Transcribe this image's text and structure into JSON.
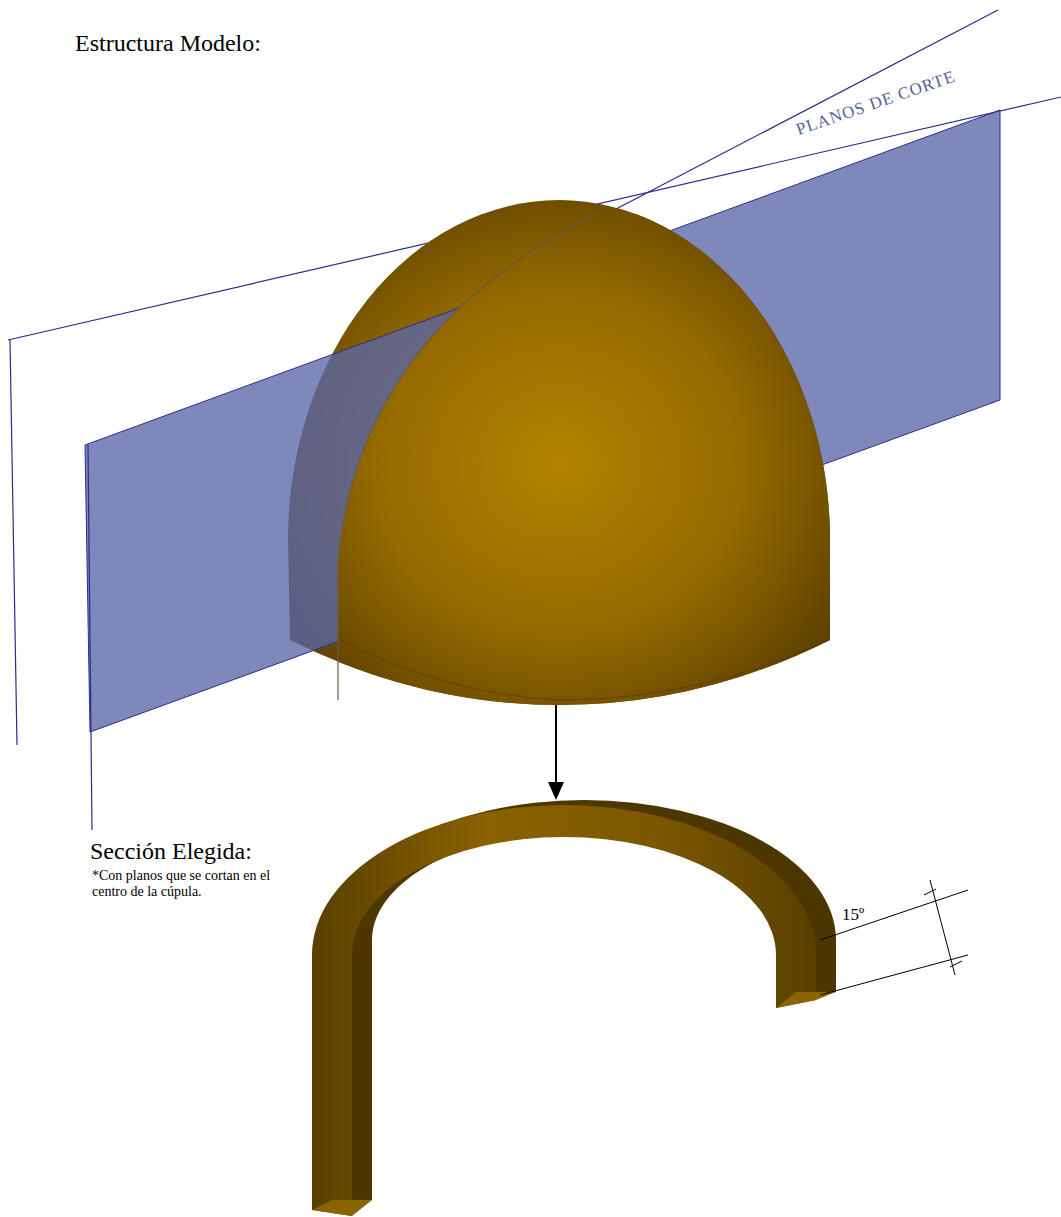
{
  "diagram": {
    "title": "Estructura Modelo:",
    "labels": [
      "PLANOS DE CORTE",
      "Sección Elegida:",
      "*Con planos que se cortan en el centro de la cúpula.",
      "15º"
    ]
  }
}
